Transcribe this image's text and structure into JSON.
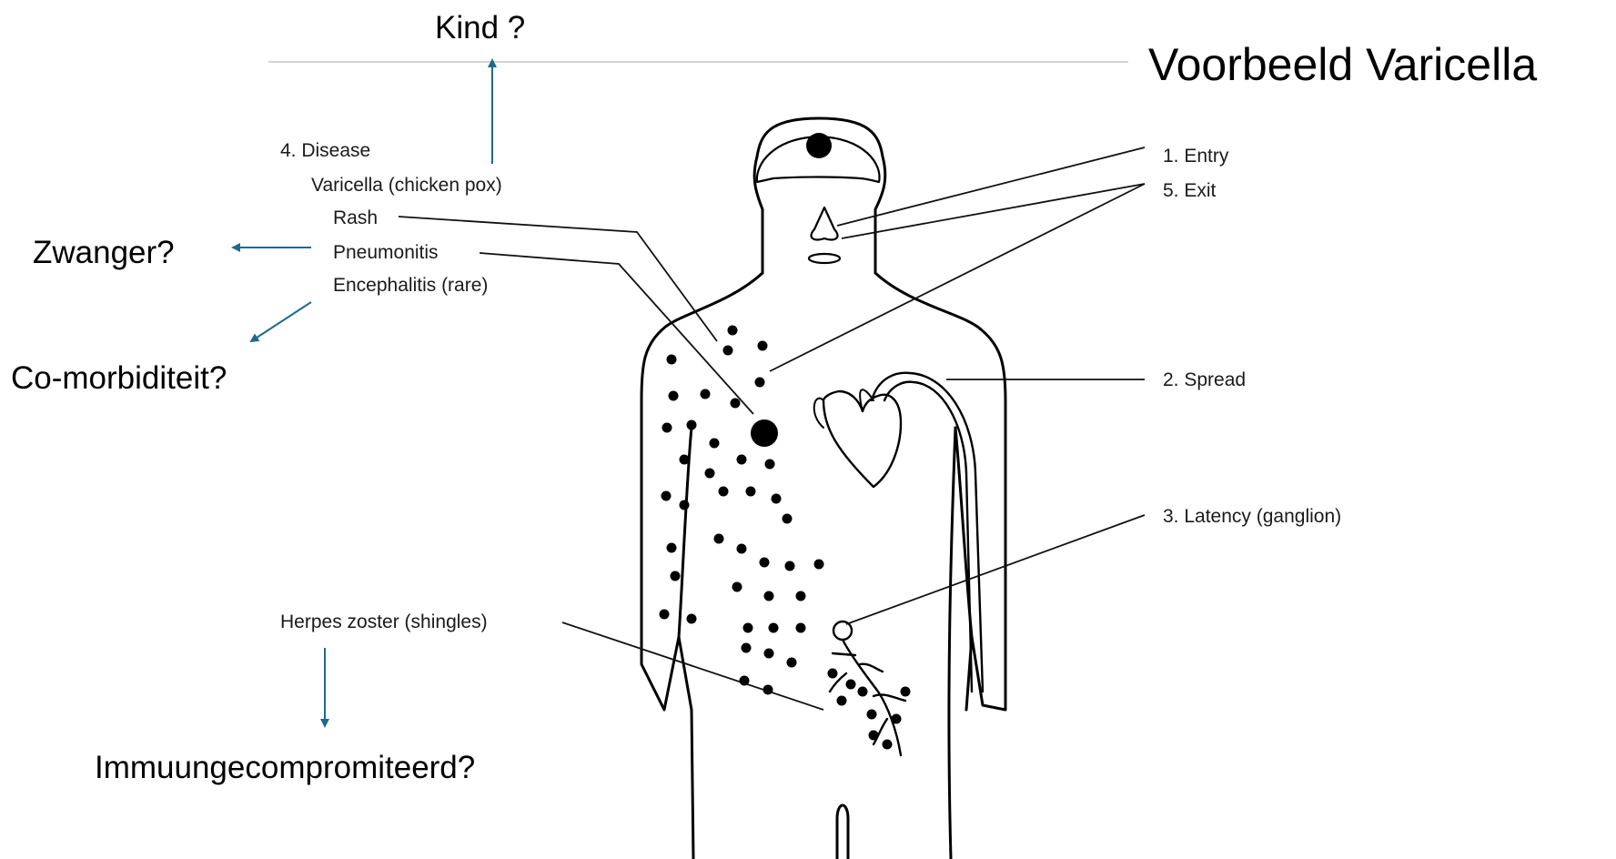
{
  "title": "Voorbeeld Varicella",
  "colors": {
    "arrow": "#1f6a8c",
    "ink": "#000000"
  },
  "labels": {
    "disease_header": "4. Disease",
    "varicella": "Varicella (chicken pox)",
    "rash": "Rash",
    "pneumonitis": "Pneumonitis",
    "encephalitis": "Encephalitis (rare)",
    "entry": "1. Entry",
    "exit": "5. Exit",
    "spread": "2. Spread",
    "latency": "3. Latency (ganglion)",
    "herpes_zoster": "Herpes zoster (shingles)"
  },
  "questions": {
    "kind": "Kind ?",
    "zwanger": "Zwanger?",
    "comorbiditeit": "Co-morbiditeit?",
    "immuun": "Immuungecompromiteerd?"
  }
}
